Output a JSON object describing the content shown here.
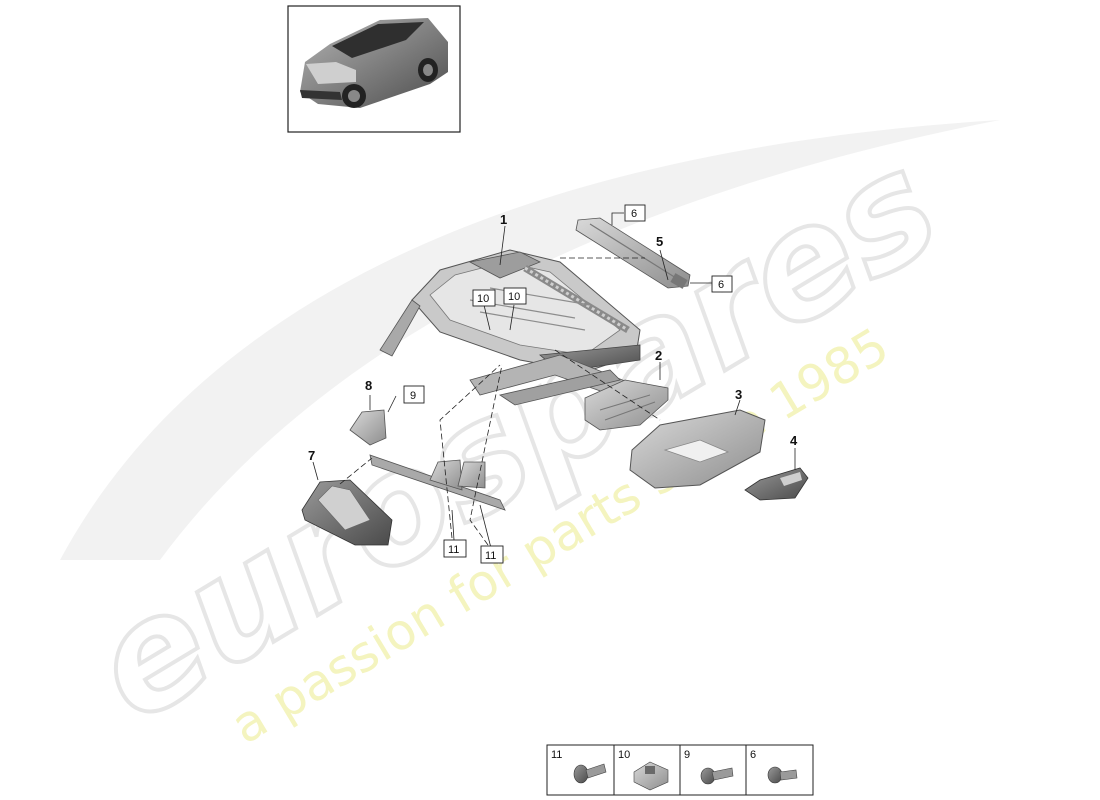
{
  "watermark": {
    "brand": "eurospares",
    "tagline": "a passion for parts since 1985",
    "brand_color": "#e8e8e8",
    "tagline_color": "#f3f3b8"
  },
  "diagram": {
    "part_labels": [
      {
        "id": "1",
        "text": "1"
      },
      {
        "id": "2",
        "text": "2"
      },
      {
        "id": "3",
        "text": "3"
      },
      {
        "id": "4",
        "text": "4"
      },
      {
        "id": "5",
        "text": "5"
      },
      {
        "id": "7",
        "text": "7"
      },
      {
        "id": "8",
        "text": "8"
      }
    ],
    "boxed_labels": [
      {
        "id": "6a",
        "text": "6"
      },
      {
        "id": "6b",
        "text": "6"
      },
      {
        "id": "10a",
        "text": "10"
      },
      {
        "id": "10b",
        "text": "10"
      },
      {
        "id": "9",
        "text": "9"
      },
      {
        "id": "11a",
        "text": "11"
      },
      {
        "id": "11b",
        "text": "11"
      }
    ]
  },
  "legend": {
    "items": [
      {
        "number": "11",
        "icon": "bolt-icon"
      },
      {
        "number": "10",
        "icon": "clip-nut-icon"
      },
      {
        "number": "9",
        "icon": "bolt-icon"
      },
      {
        "number": "6",
        "icon": "screw-icon"
      }
    ]
  },
  "thumbnail": {
    "icon": "suv-car-icon"
  }
}
